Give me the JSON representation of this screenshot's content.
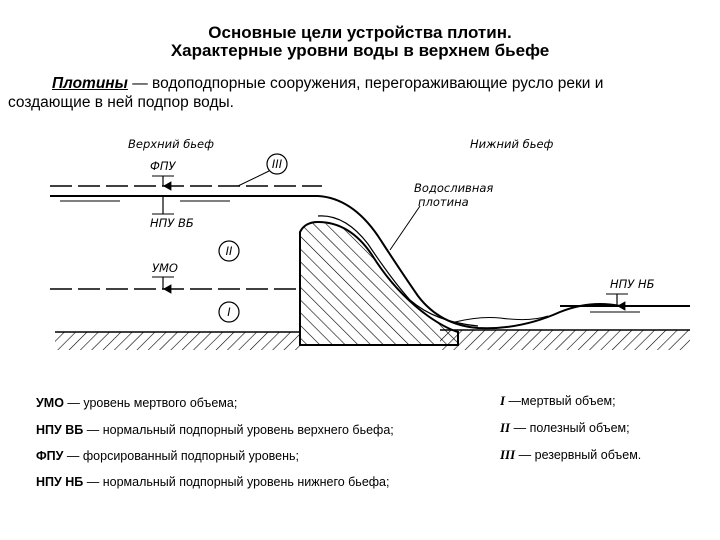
{
  "title": {
    "line1": "Основные цели устройства плотин.",
    "line2": "Характерные уровни воды в верхнем бьефе"
  },
  "intro": {
    "term": "Плотины",
    "rest_line1": " — водоподпорные сооружения, перегораживающие русло реки и",
    "line2": "создающие в ней подпор воды."
  },
  "diagram": {
    "upper_pool": "Верхний бьеф",
    "lower_pool": "Нижний бьеф",
    "fpu": "ФПУ",
    "npu_vb": "НПУ ВБ",
    "umo": "УМО",
    "npu_nb": "НПУ НБ",
    "dam_label_line1": "Водосливная",
    "dam_label_line2": "плотина",
    "zone_III": "III",
    "zone_II": "II",
    "zone_I": "I"
  },
  "legend": {
    "left": [
      {
        "term": "УМО",
        "text": " — уровень мертвого объема;"
      },
      {
        "term": "НПУ ВБ",
        "text": " — нормальный подпорный уровень верхнего бьефа;"
      },
      {
        "term": "ФПУ",
        "text": " — форсированный подпорный уровень;"
      },
      {
        "term": "НПУ НБ",
        "text": " — нормальный подпорный уровень нижнего бьефа;"
      }
    ],
    "right": [
      {
        "term": "I",
        "text": " —мертвый объем;"
      },
      {
        "term": "II",
        "text": " — полезный объем;"
      },
      {
        "term": "III",
        "text": " — резервный объем."
      }
    ]
  },
  "colors": {
    "ink": "#000000",
    "background": "#ffffff"
  }
}
